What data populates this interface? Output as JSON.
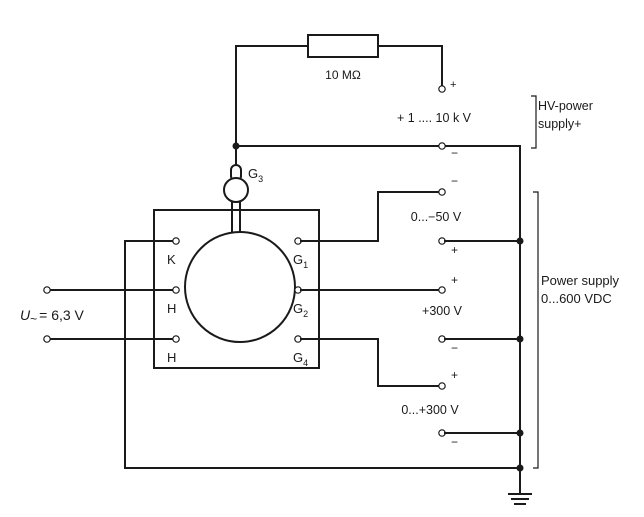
{
  "resistor": {
    "value": "10 MΩ"
  },
  "hv_supply": {
    "range": "+ 1 .... 10 k V",
    "label_line1": "HV-power",
    "label_line2": "supply+",
    "plus": "+",
    "minus": "−"
  },
  "supply_g1": {
    "range": "0...−50 V",
    "top_sign": "−",
    "bottom_sign": "+"
  },
  "supply_g2": {
    "range": "+300 V",
    "top_sign": "+",
    "bottom_sign": "−"
  },
  "supply_g4": {
    "range": "0...+300 V",
    "top_sign": "+",
    "bottom_sign": "−"
  },
  "power_supply": {
    "line1": "Power supply",
    "line2": "0...600 VDC"
  },
  "heater": {
    "voltage_symbol": "U",
    "voltage_tilde": "~",
    "voltage_value": "= 6,3 V"
  },
  "pins": {
    "g3": "G",
    "g3_sub": "3",
    "k": "K",
    "h_top": "H",
    "h_bottom": "H",
    "g1": "G",
    "g1_sub": "1",
    "g2": "G",
    "g2_sub": "2",
    "g4": "G",
    "g4_sub": "4"
  }
}
